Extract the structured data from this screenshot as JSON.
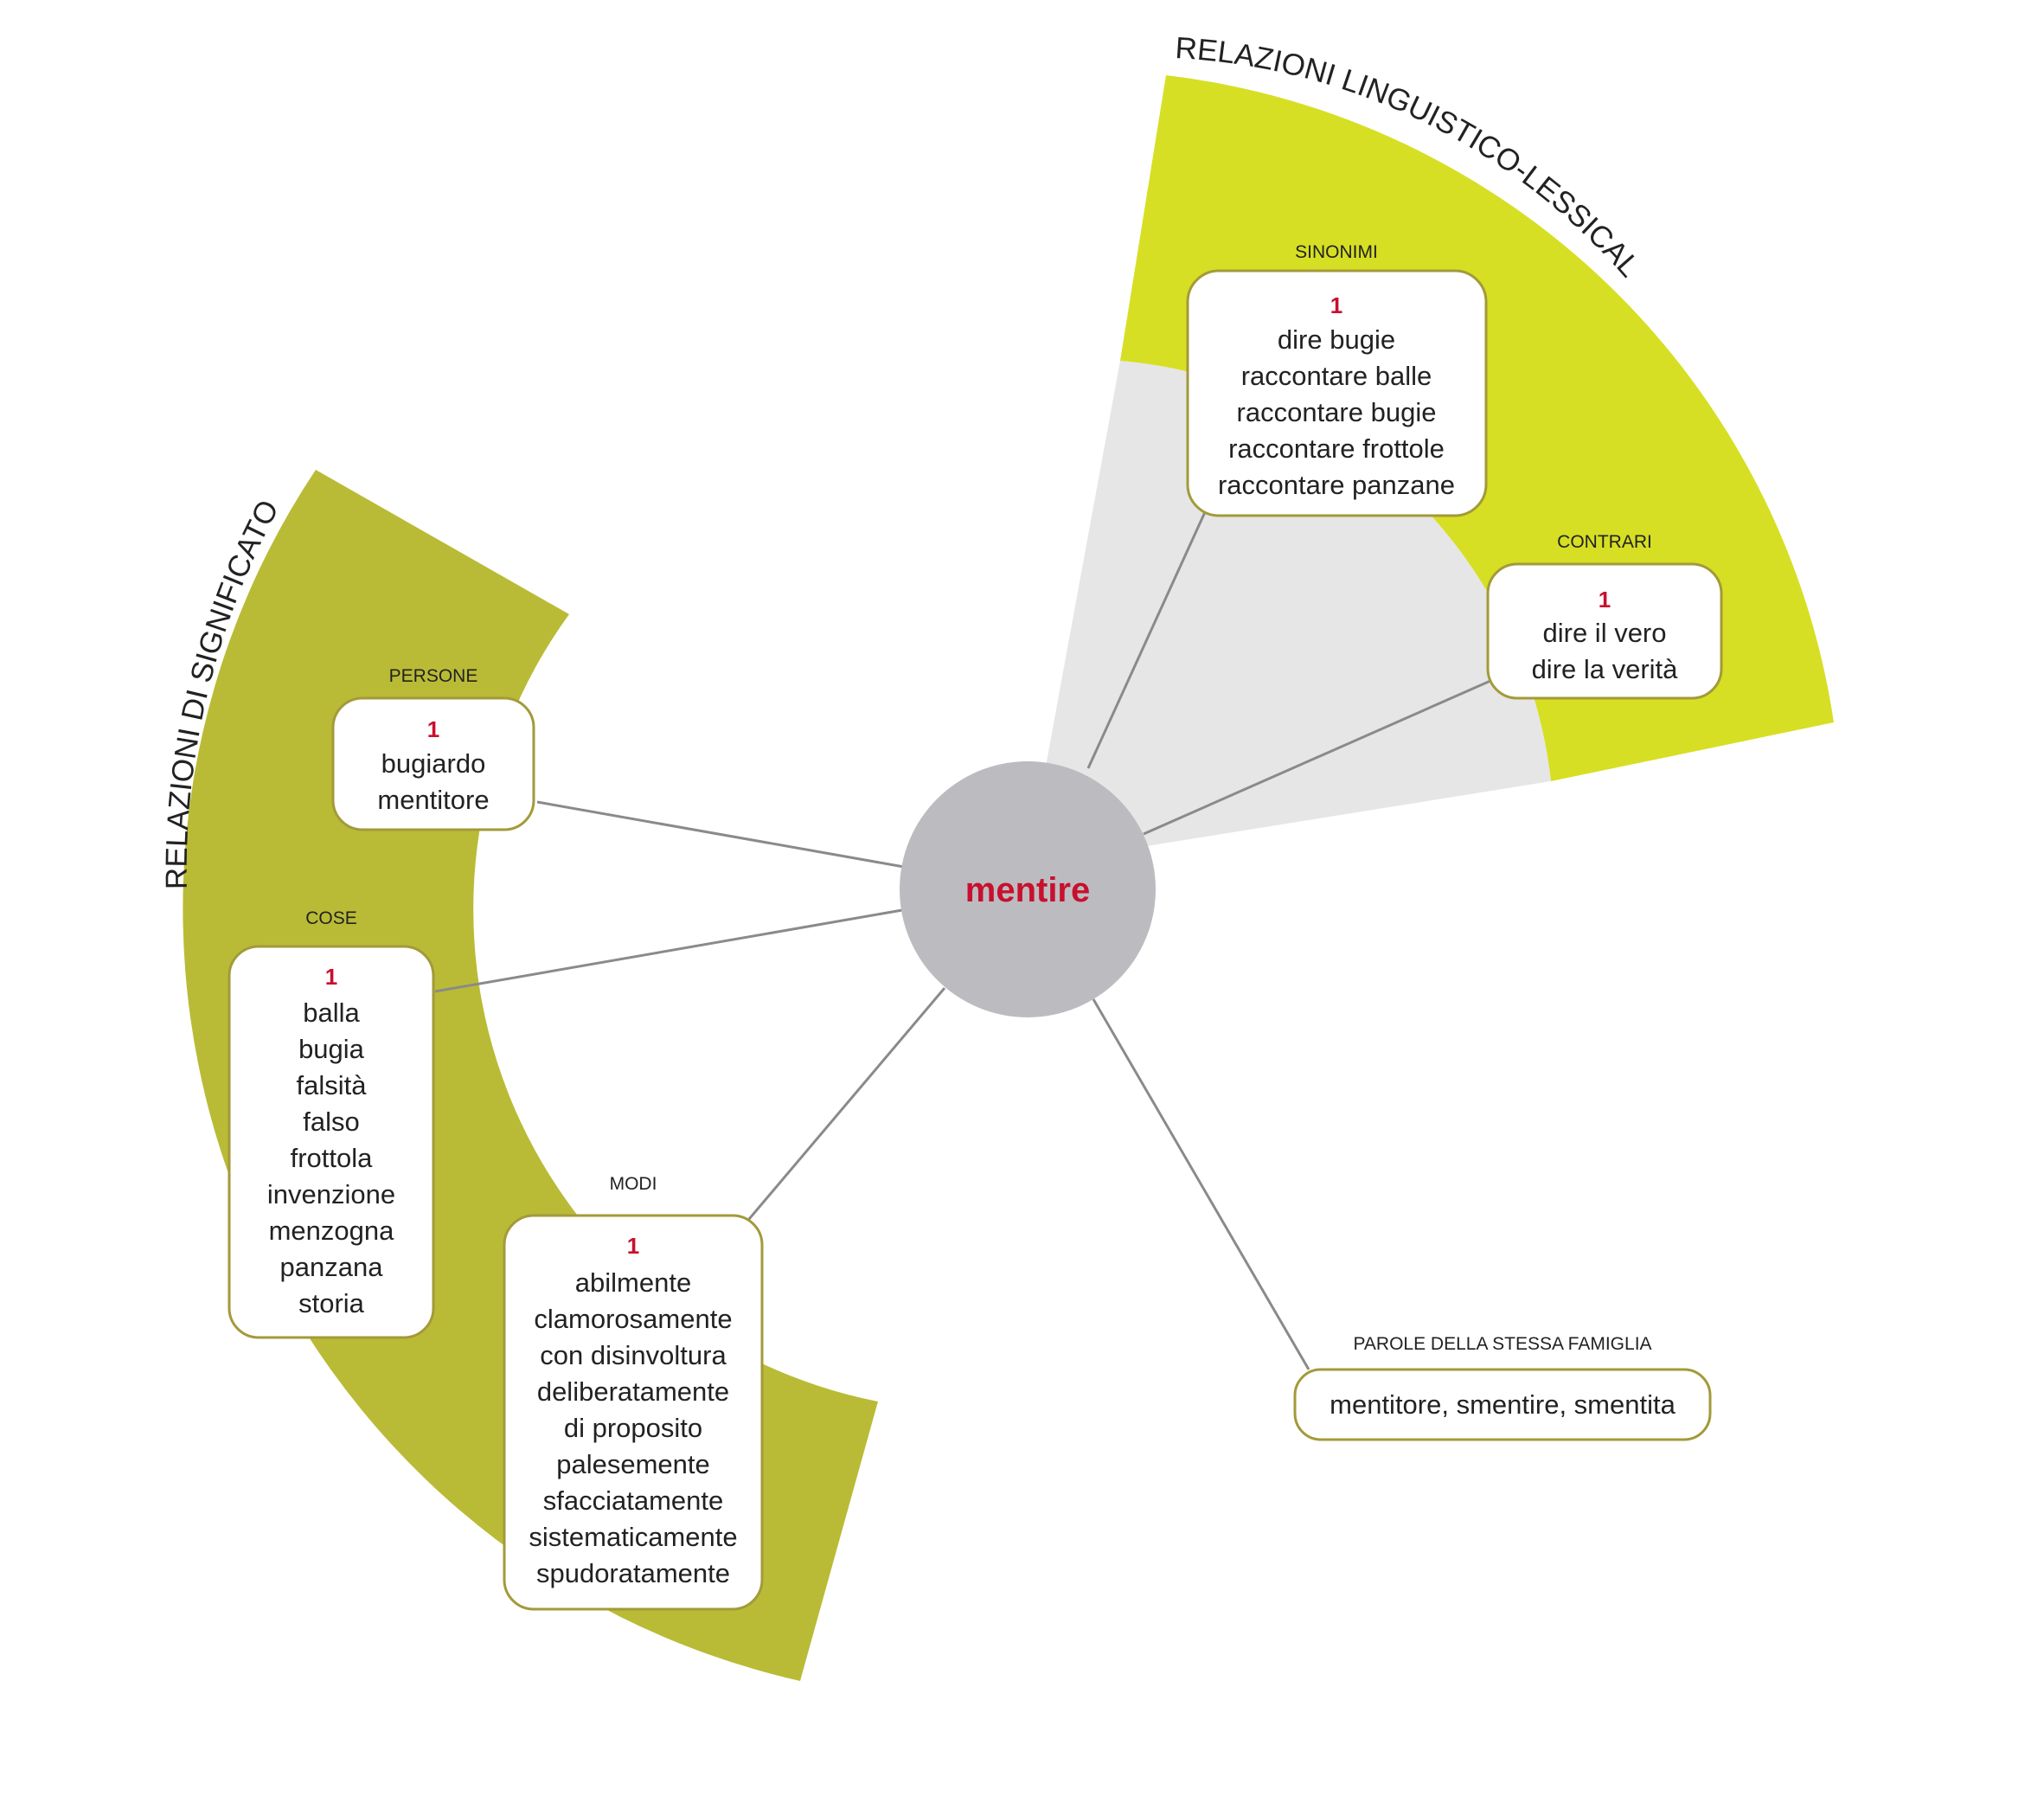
{
  "colors": {
    "band_left": "#b9bb36",
    "band_right": "#d6df23",
    "wedge_grey": "#e6e6e6",
    "center_circle": "#bcbcc0",
    "accent_red": "#c8102e",
    "box_border": "#a39a3a",
    "connector": "#8a8a8a"
  },
  "center": {
    "word": "mentire"
  },
  "arc_titles": {
    "left": "RELAZIONI DI SIGNIFICATO",
    "right": "RELAZIONI LINGUISTICO-LESSICALI"
  },
  "nodes": {
    "sinonimi": {
      "category": "SINONIMI",
      "number": "1",
      "items": [
        "dire bugie",
        "raccontare balle",
        "raccontare bugie",
        "raccontare frottole",
        "raccontare panzane"
      ]
    },
    "contrari": {
      "category": "CONTRARI",
      "number": "1",
      "items": [
        "dire il vero",
        "dire la verità"
      ]
    },
    "persone": {
      "category": "PERSONE",
      "number": "1",
      "items": [
        "bugiardo",
        "mentitore"
      ]
    },
    "cose": {
      "category": "COSE",
      "number": "1",
      "items": [
        "balla",
        "bugia",
        "falsità",
        "falso",
        "frottola",
        "invenzione",
        "menzogna",
        "panzana",
        "storia"
      ]
    },
    "modi": {
      "category": "MODI",
      "number": "1",
      "items": [
        "abilmente",
        "clamorosamente",
        "con disinvoltura",
        "deliberatamente",
        "di proposito",
        "palesemente",
        "sfacciatamente",
        "sistematicamente",
        "spudoratamente"
      ]
    },
    "famiglia": {
      "category": "PAROLE DELLA STESSA FAMIGLIA",
      "text": "mentitore, smentire, smentita"
    }
  }
}
